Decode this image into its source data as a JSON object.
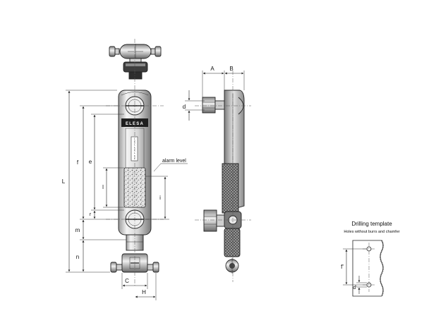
{
  "brand_text": "ELESA",
  "labels": {
    "alarm_level": "alarm level",
    "drilling_title": "Drilling template",
    "drilling_note": "Holes without burrs and chamfer"
  },
  "dimensions": {
    "A": "A",
    "B": "B",
    "C": "C",
    "H": "H",
    "L": "L",
    "f": "f",
    "e": "e",
    "l": "l",
    "i": "i",
    "r": "r",
    "m": "m",
    "n": "n",
    "d": "d",
    "f1": "f'",
    "d1": "d'"
  },
  "colors": {
    "line": "#222222",
    "metal_light": "#f2f2f2",
    "metal_mid": "#bdbdbd",
    "metal_dark": "#6e6e6e",
    "background": "#ffffff"
  }
}
